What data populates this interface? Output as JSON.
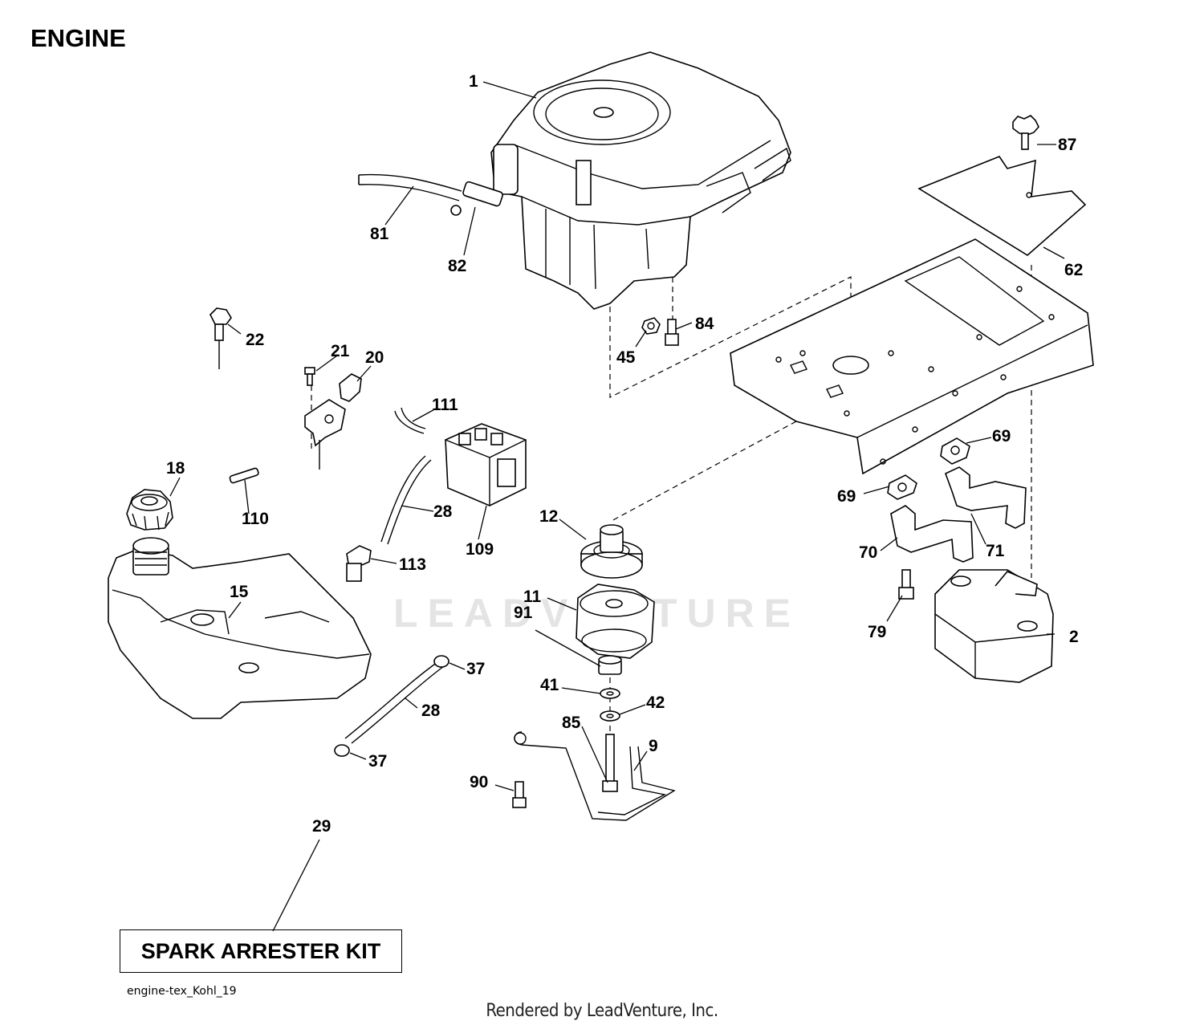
{
  "header": {
    "title": "ENGINE"
  },
  "kit_label": "SPARK ARRESTER KIT",
  "file_label": "engine-tex_Kohl_19",
  "credit": "Rendered by LeadVenture, Inc.",
  "watermark": "LEADVENTURE",
  "callouts": {
    "c1": "1",
    "c2": "2",
    "c9": "9",
    "c11": "11",
    "c12": "12",
    "c15": "15",
    "c18": "18",
    "c20": "20",
    "c21": "21",
    "c22": "22",
    "c28a": "28",
    "c28b": "28",
    "c29": "29",
    "c37a": "37",
    "c37b": "37",
    "c41": "41",
    "c42": "42",
    "c45": "45",
    "c62": "62",
    "c69a": "69",
    "c69b": "69",
    "c70": "70",
    "c71": "71",
    "c79": "79",
    "c81": "81",
    "c82": "82",
    "c84": "84",
    "c85": "85",
    "c87": "87",
    "c90": "90",
    "c91": "91",
    "c109": "109",
    "c110": "110",
    "c111": "111",
    "c113": "113"
  }
}
